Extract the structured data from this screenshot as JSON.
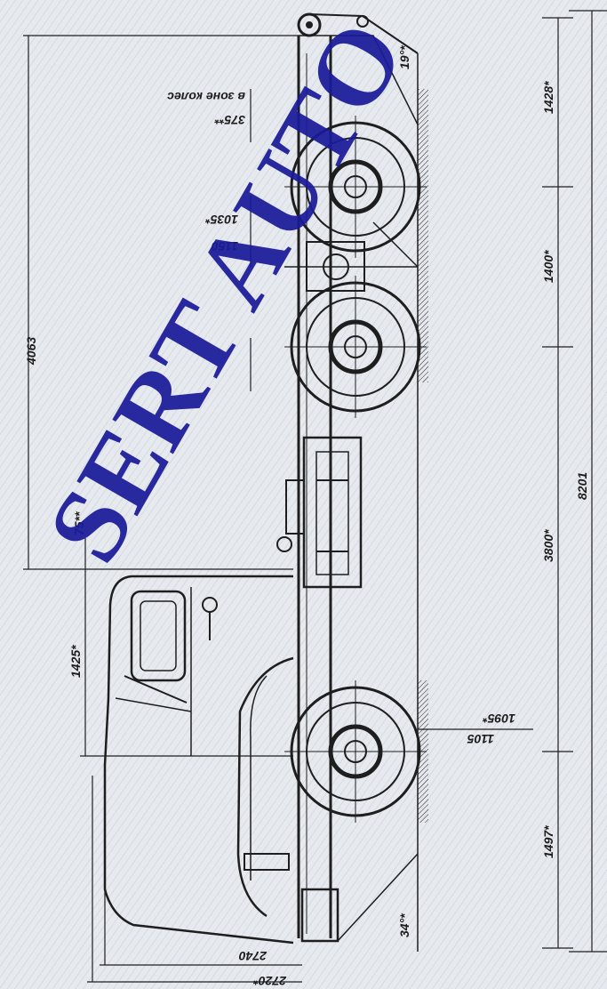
{
  "diagram": {
    "dims": {
      "total_length": "8201",
      "front_overhang": "1497*",
      "wheelbase": "3800*",
      "bogie_base": "1400*",
      "rear_overhang": "1428*",
      "overall_height": "4063",
      "frame_height_1": "75**",
      "cab_height": "1425*",
      "front_track_1": "2740",
      "front_track_2": "2720*",
      "front_clearance_1": "1095*",
      "front_clearance_2": "1105",
      "rear_clearance_1": "1035*",
      "rear_clearance_2": "1150",
      "wheel_zone_height": "375**",
      "wheel_zone_note": "в зоне колес",
      "approach_angle": "34°*",
      "departure_angle": "19°*"
    },
    "watermark": "SERT AUTO",
    "colors": {
      "paper": "#e6e9ee",
      "ink": "#1e1e1e",
      "watermark": "#1a1a9a"
    }
  }
}
